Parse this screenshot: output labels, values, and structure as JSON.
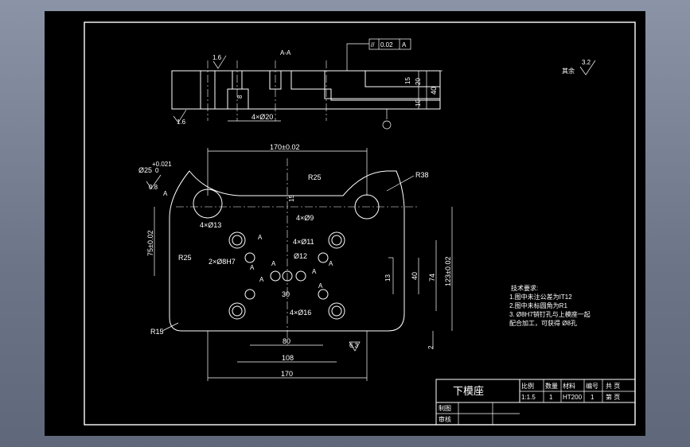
{
  "section": {
    "label": "A-A",
    "tolerance": {
      "symbol": "//",
      "value": "0.02",
      "datum": "A"
    },
    "roughness_top": "1.6",
    "roughness_bottom": "1.6",
    "dim_holes": "4×Ø20",
    "dim_15": "15",
    "dim_20": "20",
    "dim_40": "40",
    "dim_10": "10",
    "dim_8": "8"
  },
  "roughness_rest": {
    "label": "其余",
    "value": "3.2"
  },
  "plan": {
    "dim_top": "170±0.02",
    "dim_r38": "R38",
    "dim_r25_top": "R25",
    "dim_d25": "Ø25",
    "dim_d25_tol": "+0.021",
    "dim_d25_tol2": "0",
    "roughness_08": "0.8",
    "dim_15": "15",
    "dim_4x9": "4×Ø9",
    "dim_4x13": "4×Ø13",
    "dim_4x11": "4×Ø11",
    "dim_d12": "Ø12",
    "dim_2x8": "2×Ø8H7",
    "dim_r25_left": "R25",
    "dim_75": "75±0.02",
    "dim_30": "30",
    "dim_4x16": "4×Ø16",
    "dim_r15": "R15",
    "dim_80": "80",
    "dim_108": "108",
    "dim_170": "170",
    "dim_13": "13",
    "dim_40": "40",
    "dim_74": "74",
    "dim_123": "123±0.02",
    "dim_2": "2",
    "roughness_63": "6.3",
    "marks": [
      "A",
      "A",
      "A",
      "A",
      "A",
      "A",
      "A",
      "A"
    ]
  },
  "notes": {
    "title": "技术要求:",
    "lines": [
      "1.图中未注公差为IT12",
      "2.图中未标圆角为R1",
      "3. Ø8H7销钉孔与上模座一起",
      "   配合加工，可获得 Ø8孔"
    ]
  },
  "title_block": {
    "name": "下模座",
    "h_scale": "比例",
    "h_qty": "数量",
    "h_material": "材料",
    "h_no": "编号",
    "h_sheet": "共 页",
    "v_scale": "1:1.5",
    "v_qty": "1",
    "v_material": "HT200",
    "v_no": "1",
    "v_sheet": "第 页",
    "drawn": "制图",
    "checked": "审核"
  }
}
